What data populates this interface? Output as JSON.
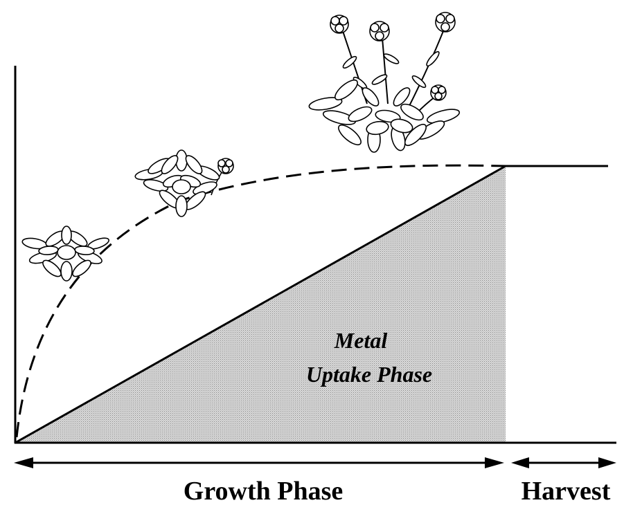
{
  "diagram": {
    "region_label": {
      "line1": "Metal",
      "line2": "Uptake Phase"
    },
    "phases": {
      "growth": "Growth Phase",
      "harvest": "Harvest"
    },
    "plant_icons": [
      "small-plant-icon",
      "medium-flowering-plant-icon",
      "large-flowering-plant-icon"
    ],
    "colors": {
      "stroke": "#000000",
      "shade": "#d4d4d4",
      "background": "#ffffff"
    }
  }
}
